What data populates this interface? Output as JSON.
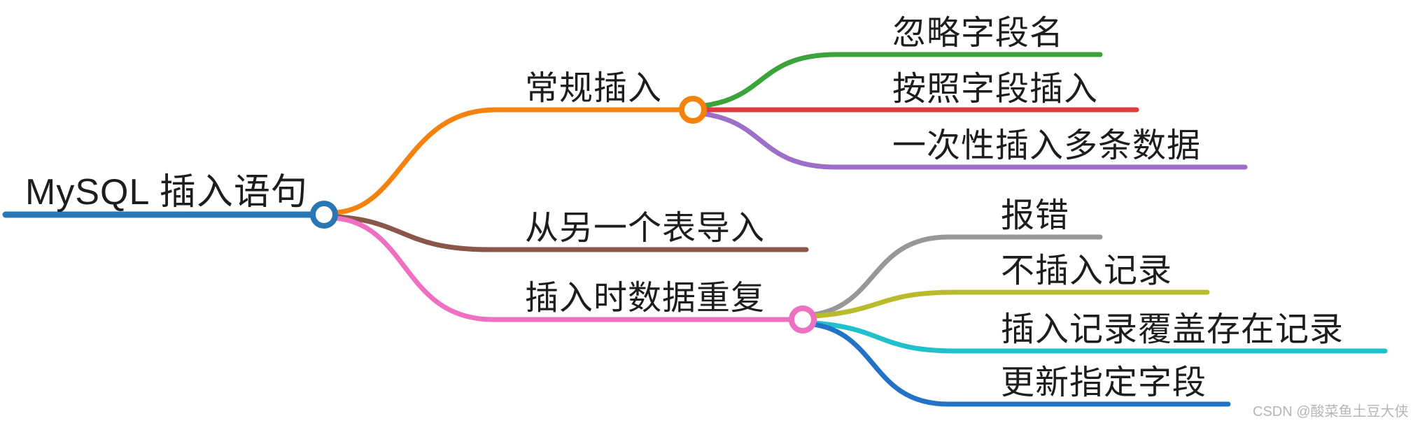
{
  "mindmap": {
    "root": {
      "label": "MySQL 插入语句"
    },
    "branches": [
      {
        "label": "常规插入",
        "children": [
          {
            "label": "忽略字段名"
          },
          {
            "label": "按照字段插入"
          },
          {
            "label": "一次性插入多条数据"
          }
        ]
      },
      {
        "label": "从另一个表导入",
        "children": []
      },
      {
        "label": "插入时数据重复",
        "children": [
          {
            "label": "报错"
          },
          {
            "label": "不插入记录"
          },
          {
            "label": "插入记录覆盖存在记录"
          },
          {
            "label": "更新指定字段"
          }
        ]
      }
    ]
  },
  "colors": {
    "root_blue": "#2878b5",
    "branch_orange": "#f5820d",
    "branch_brown": "#8a564a",
    "branch_pink": "#ef6fc0",
    "child_green": "#3ba33a",
    "child_red": "#e23b3b",
    "child_purple": "#9d6fc9",
    "child_gray": "#979797",
    "child_olive": "#b8bc2c",
    "child_cyan": "#21c0cd",
    "child_blue": "#2272c8",
    "text": "#1d1d1d"
  },
  "watermark": {
    "text": "CSDN @酸菜鱼土豆大侠"
  }
}
